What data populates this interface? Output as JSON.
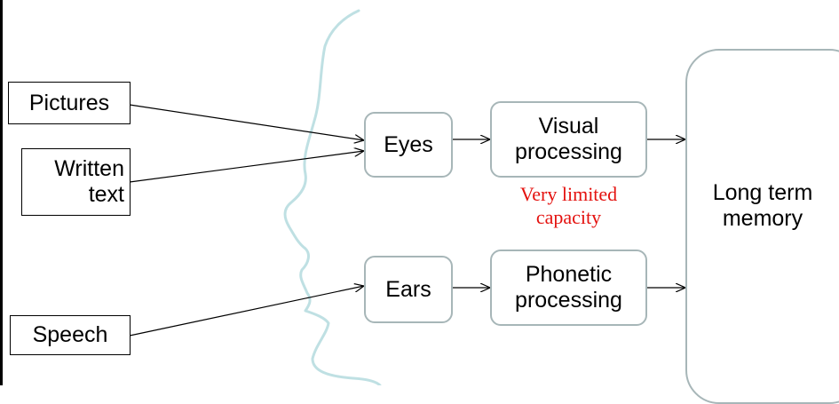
{
  "diagram": {
    "inputs": {
      "pictures": "Pictures",
      "written_text": "Written\ntext",
      "speech": "Speech"
    },
    "senses": {
      "eyes": "Eyes",
      "ears": "Ears"
    },
    "processing": {
      "visual": "Visual\nprocessing",
      "phonetic": "Phonetic\nprocessing"
    },
    "memory": "Long term\nmemory",
    "annotation": "Very limited\ncapacity",
    "colors": {
      "annotation": "#e4120f",
      "rounded_box_border": "#a7b6b8",
      "head_outline": "#bfe0e3"
    }
  }
}
